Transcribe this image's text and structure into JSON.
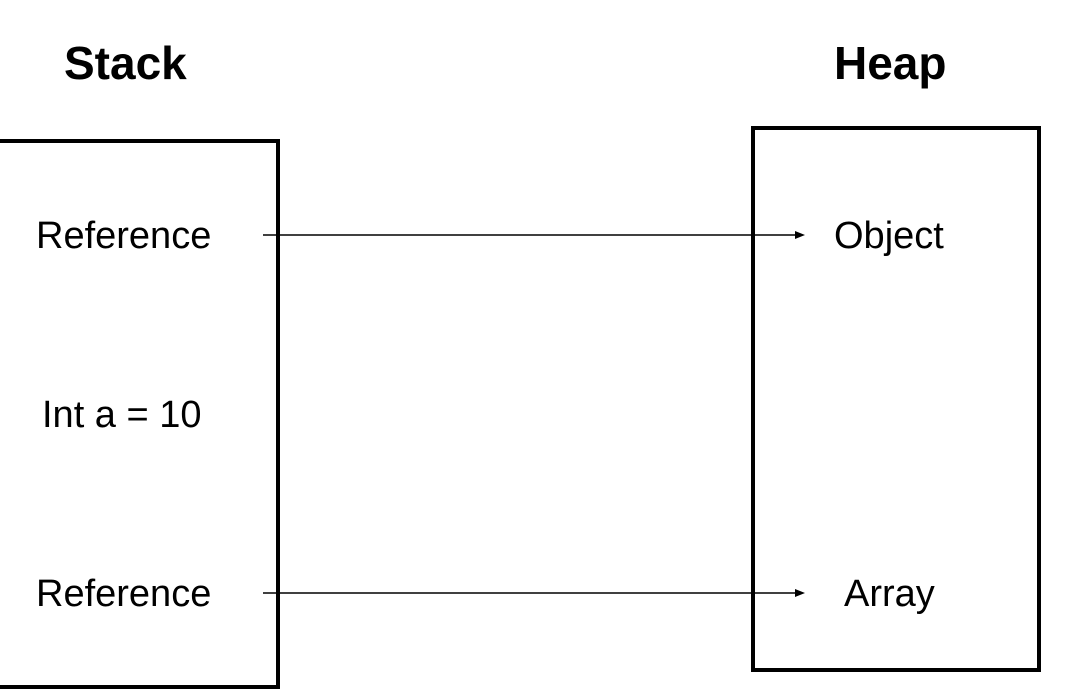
{
  "stack": {
    "title": "Stack",
    "items": [
      "Reference",
      "Int a = 10",
      "Reference"
    ]
  },
  "heap": {
    "title": "Heap",
    "items": [
      "Object",
      "Array"
    ]
  },
  "colors": {
    "line": "#000000",
    "background": "#ffffff"
  }
}
